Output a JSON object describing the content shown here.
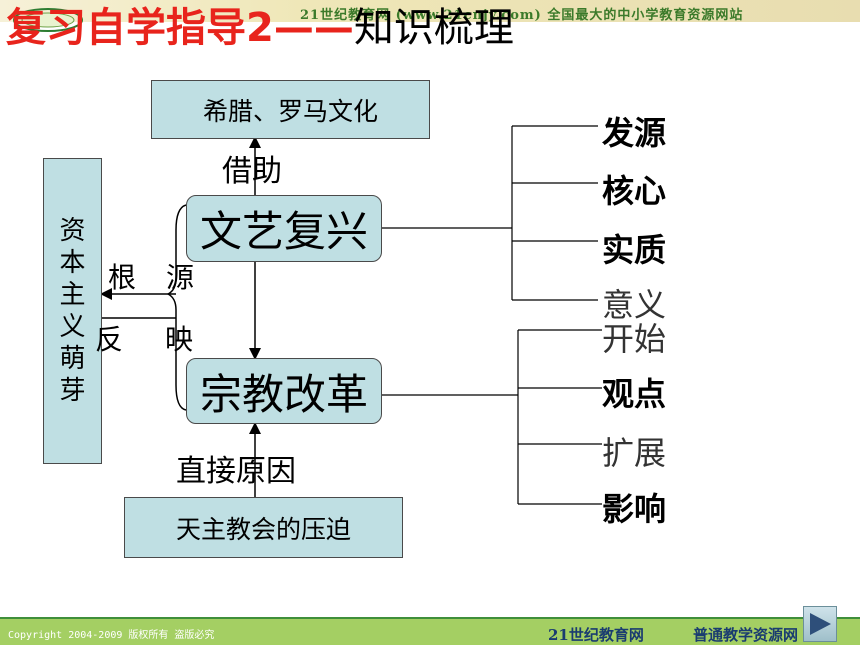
{
  "header": {
    "banner_text": "21世纪教育网 (www.21cnjy.com) 全国最大的中小学教育资源网站",
    "title_red": "复习自学指导2——",
    "title_black": "知识梳理"
  },
  "diagram": {
    "greek_roman": "希腊、罗马文化",
    "capitalism": "资本主义萌芽",
    "renaissance": "文艺复兴",
    "reformation": "宗教改革",
    "catholic": "天主教会的压迫",
    "borrow": "借助",
    "direct_cause": "直接原因",
    "root": "根源",
    "reflect": "反映",
    "renaissance_items": [
      "发源",
      "核心",
      "实质",
      "意义"
    ],
    "reformation_items": [
      "开始",
      "观点",
      "扩展",
      "影响"
    ]
  },
  "footer": {
    "copyright": "Copyright 2004-2009 版权所有 盗版必究",
    "site": "21世纪教育网",
    "net": "普通教学资源网"
  },
  "colors": {
    "title_red": "#e8241c",
    "box_fill": "#bfdfe3",
    "footer_green": "#a4cf63"
  }
}
